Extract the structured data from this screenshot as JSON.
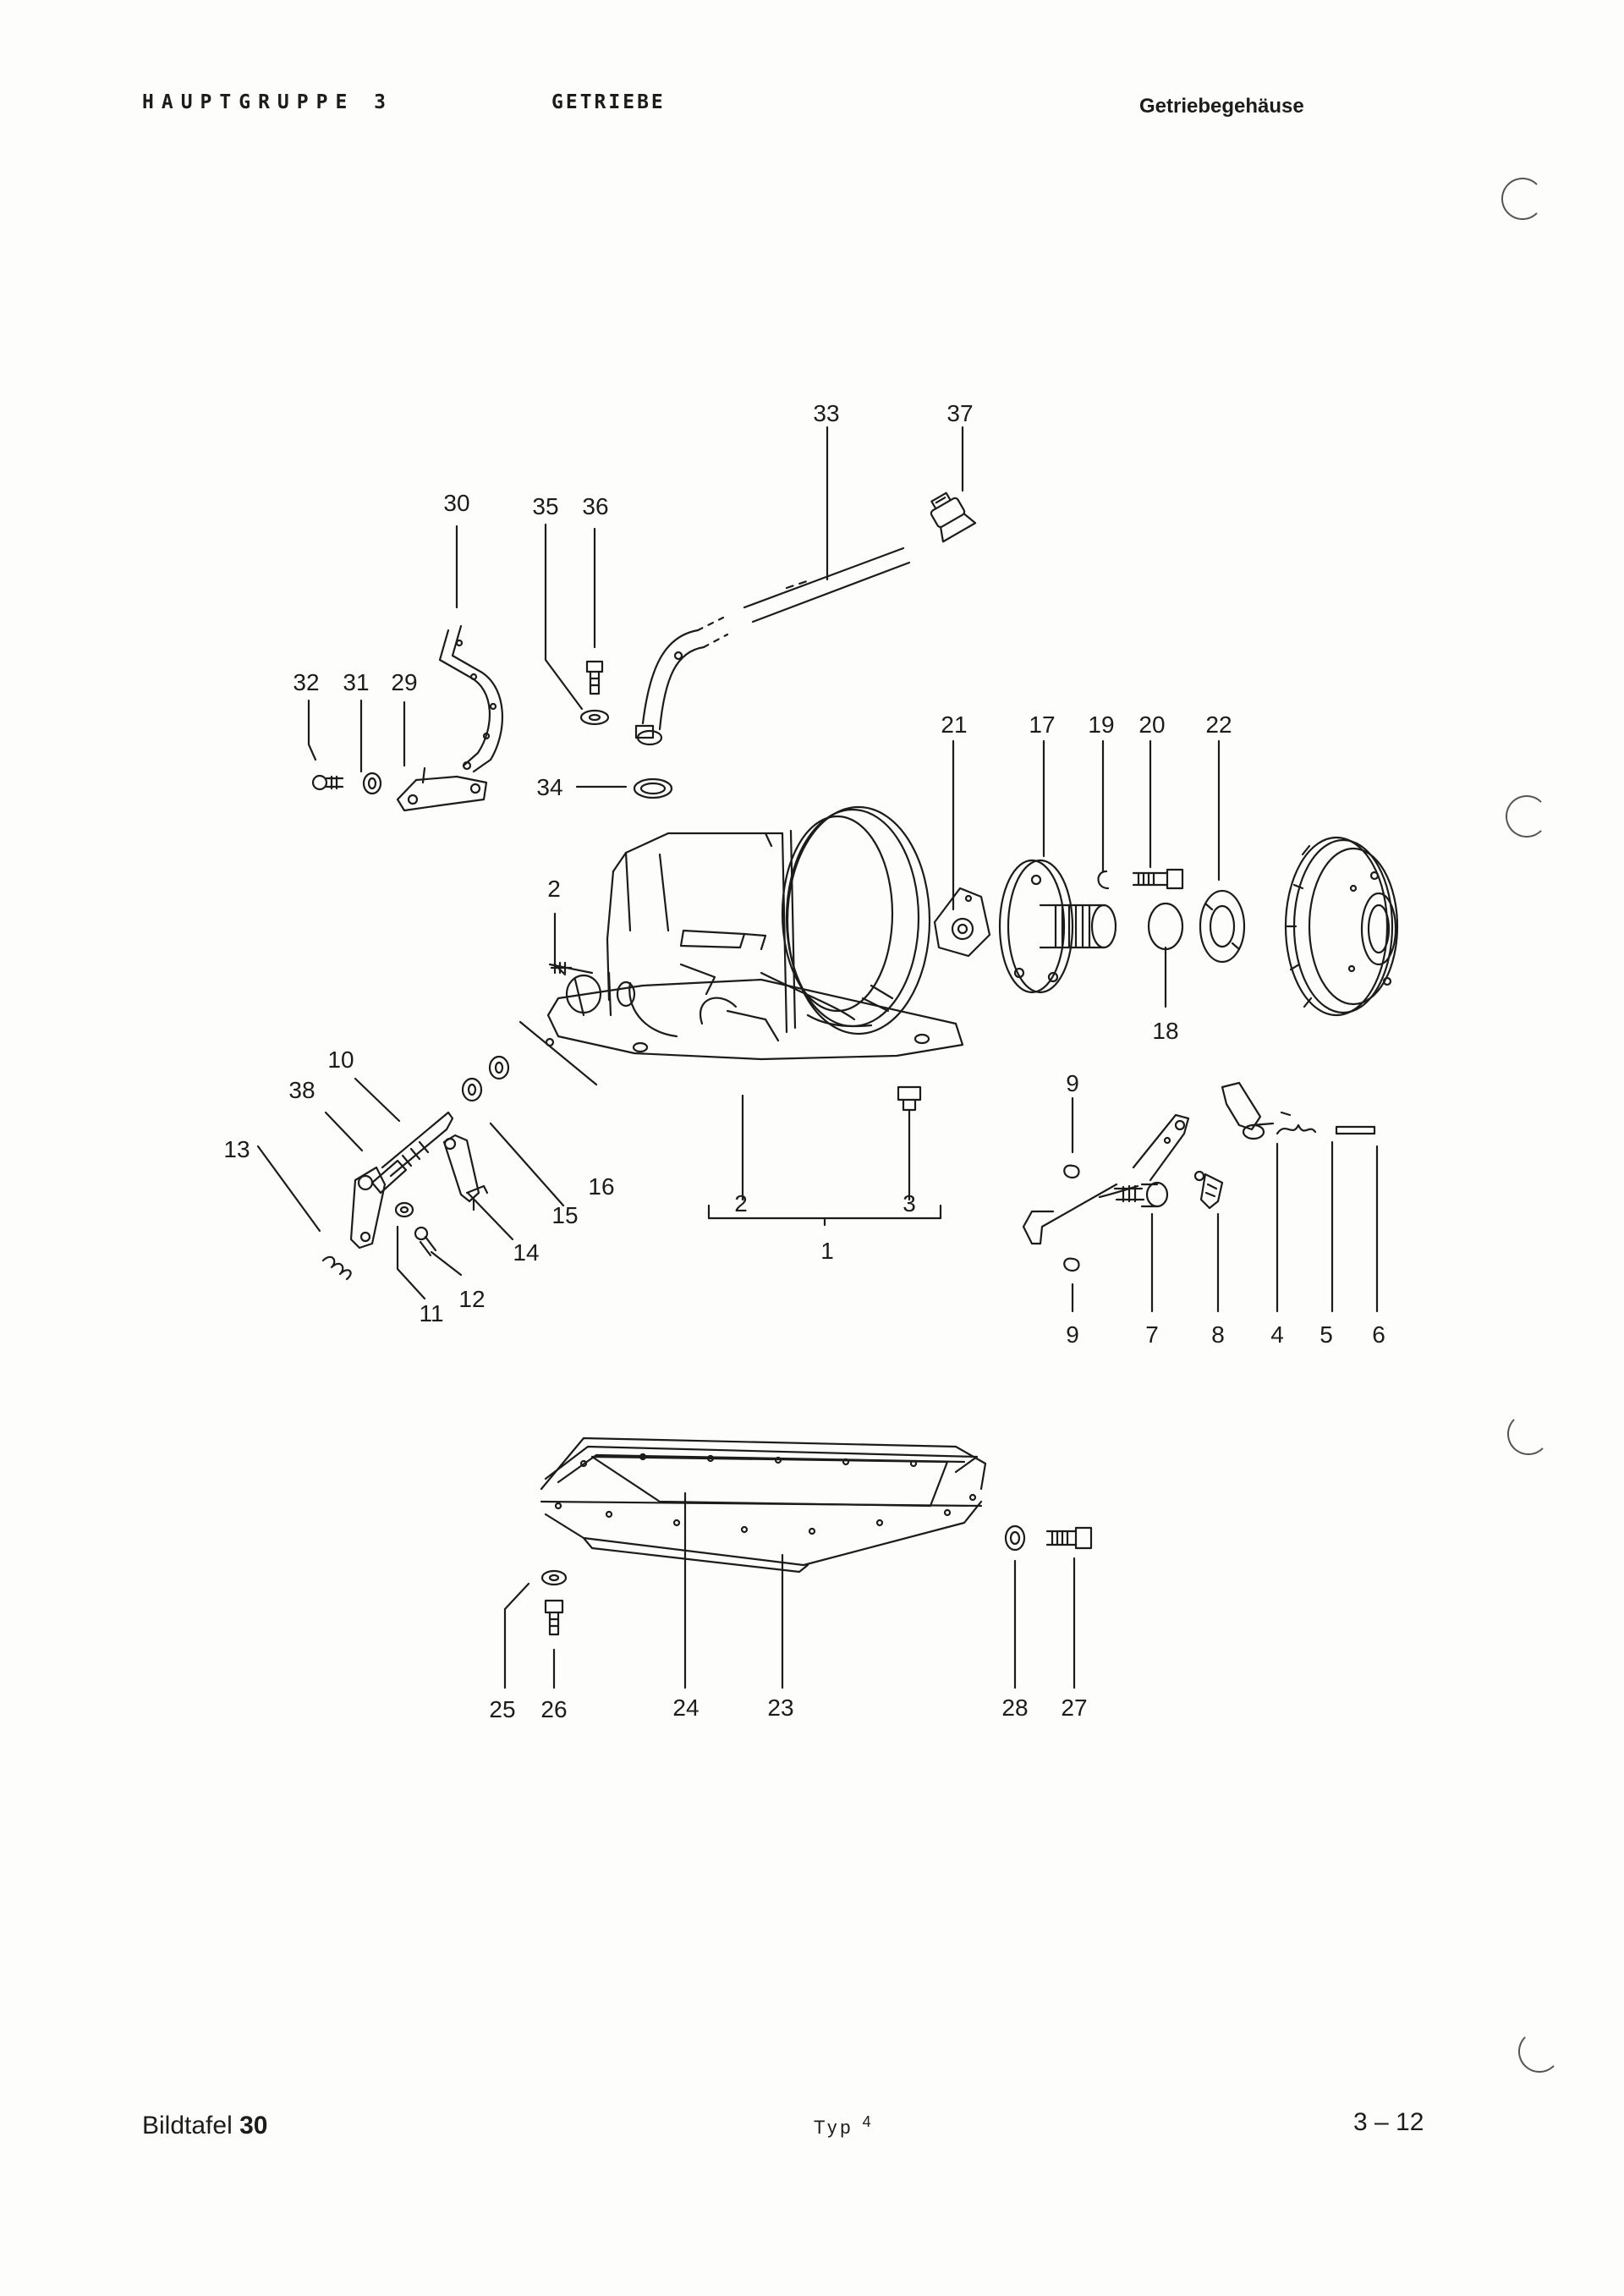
{
  "header": {
    "group": "HAUPTGRUPPE 3",
    "section": "GETRIEBE",
    "subsection": "Getriebegehäuse"
  },
  "footer": {
    "plate_label": "Bildtafel",
    "plate_number": "30",
    "type_label": "Typ",
    "type_number": "4",
    "page": "3 – 12"
  },
  "callouts": [
    "33",
    "37",
    "30",
    "35",
    "36",
    "32",
    "31",
    "29",
    "34",
    "21",
    "17",
    "19",
    "20",
    "22",
    "2",
    "18",
    "10",
    "38",
    "13",
    "16",
    "15",
    "14",
    "12",
    "11",
    "9",
    "2",
    "3",
    "1",
    "9",
    "7",
    "8",
    "4",
    "5",
    "6",
    "25",
    "26",
    "24",
    "23",
    "28",
    "27"
  ]
}
